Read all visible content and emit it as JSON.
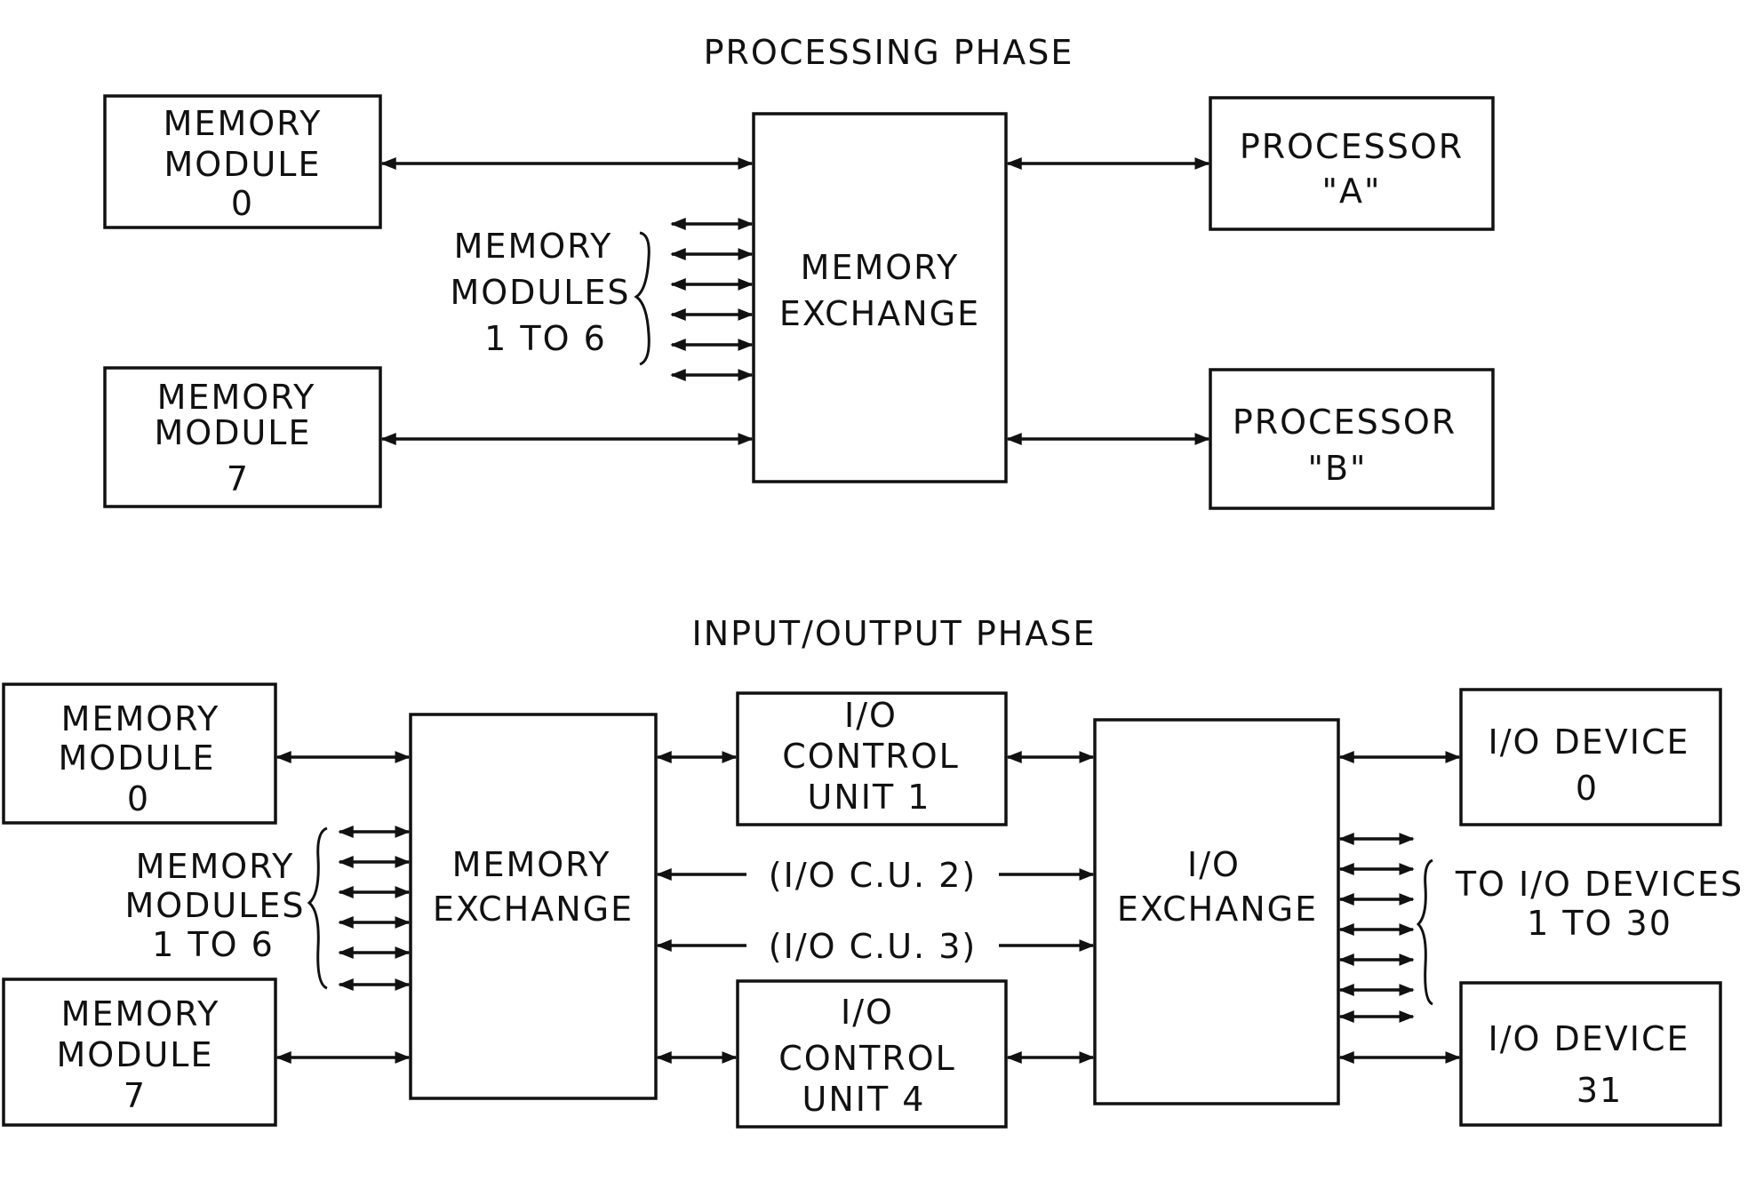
{
  "processing_phase": {
    "title": "PROCESSING PHASE",
    "memory_module_0": [
      "MEMORY",
      "MODULE",
      "0"
    ],
    "memory_module_7": [
      "MEMORY",
      "MODULE",
      "7"
    ],
    "memory_modules_group": [
      "MEMORY",
      "MODULES",
      "1 TO 6"
    ],
    "memory_exchange": [
      "MEMORY",
      "EXCHANGE"
    ],
    "processor_a": [
      "PROCESSOR",
      "\"A\""
    ],
    "processor_b": [
      "PROCESSOR",
      "\"B\""
    ]
  },
  "io_phase": {
    "title": "INPUT/OUTPUT PHASE",
    "memory_module_0": [
      "MEMORY",
      "MODULE",
      "0"
    ],
    "memory_module_7": [
      "MEMORY",
      "MODULE",
      "7"
    ],
    "memory_modules_group": [
      "MEMORY",
      "MODULES",
      "1 TO 6"
    ],
    "memory_exchange": [
      "MEMORY",
      "EXCHANGE"
    ],
    "io_control_unit_1": [
      "I/O",
      "CONTROL",
      "UNIT 1"
    ],
    "io_control_unit_4": [
      "I/O",
      "CONTROL",
      "UNIT 4"
    ],
    "io_cu_2": "(I/O C.U. 2)",
    "io_cu_3": "(I/O C.U. 3)",
    "io_exchange": [
      "I/O",
      "EXCHANGE"
    ],
    "io_device_0": [
      "I/O DEVICE",
      "0"
    ],
    "io_device_31": [
      "I/O DEVICE",
      "31"
    ],
    "io_devices_group": [
      "TO I/O DEVICES",
      "1 TO 30"
    ]
  }
}
